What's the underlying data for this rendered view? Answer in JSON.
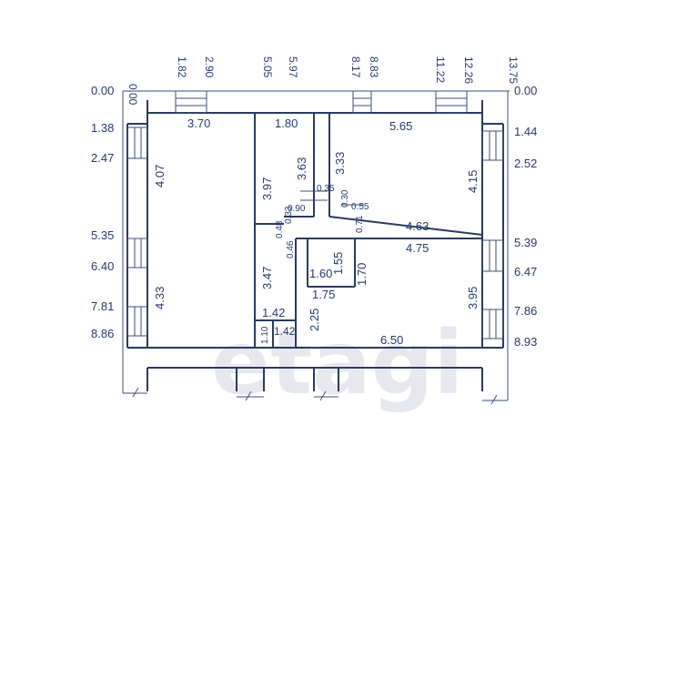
{
  "watermark": "etagi",
  "top_axis": [
    "0.00",
    "1.82",
    "2.90",
    "5.05",
    "5.97",
    "8.17",
    "8.83",
    "11.22",
    "12.26",
    "13.75"
  ],
  "left_axis": [
    "0.00",
    "1.38",
    "2.47",
    "5.35",
    "6.40",
    "7.81",
    "8.86"
  ],
  "right_axis": [
    "0.00",
    "1.44",
    "2.52",
    "5.39",
    "6.47",
    "7.86",
    "8.93"
  ],
  "rooms": {
    "left_room": {
      "top_width": "3.70",
      "left_depth_top": "4.07",
      "left_depth_bottom": "4.33"
    },
    "corridor": {
      "top_width": "1.80",
      "depth_top": "3.97",
      "depth_right": "3.63",
      "depth_mid": "3.47",
      "door_a": "0.33",
      "door_b": "0.48",
      "door_c": "0.46",
      "jog": "0.90",
      "wc_width_top": "1.42",
      "wc_depth": "1.10",
      "wc_width_bottom": "1.42",
      "hall_depth": "2.25"
    },
    "bath": {
      "width_top": "1.60",
      "depth_left": "1.55",
      "depth_right": "1.70",
      "width_bottom": "1.75"
    },
    "top_right_room": {
      "top_width": "5.65",
      "left_depth": "3.33",
      "right_depth": "4.15",
      "nib_a": "0.35",
      "nib_b": "0.30",
      "nib_c": "0.55",
      "nib_d": "0.71",
      "bottom_width": "4.63"
    },
    "bottom_right_room": {
      "top_width": "4.75",
      "right_depth": "3.95",
      "bottom_width": "6.50"
    }
  }
}
